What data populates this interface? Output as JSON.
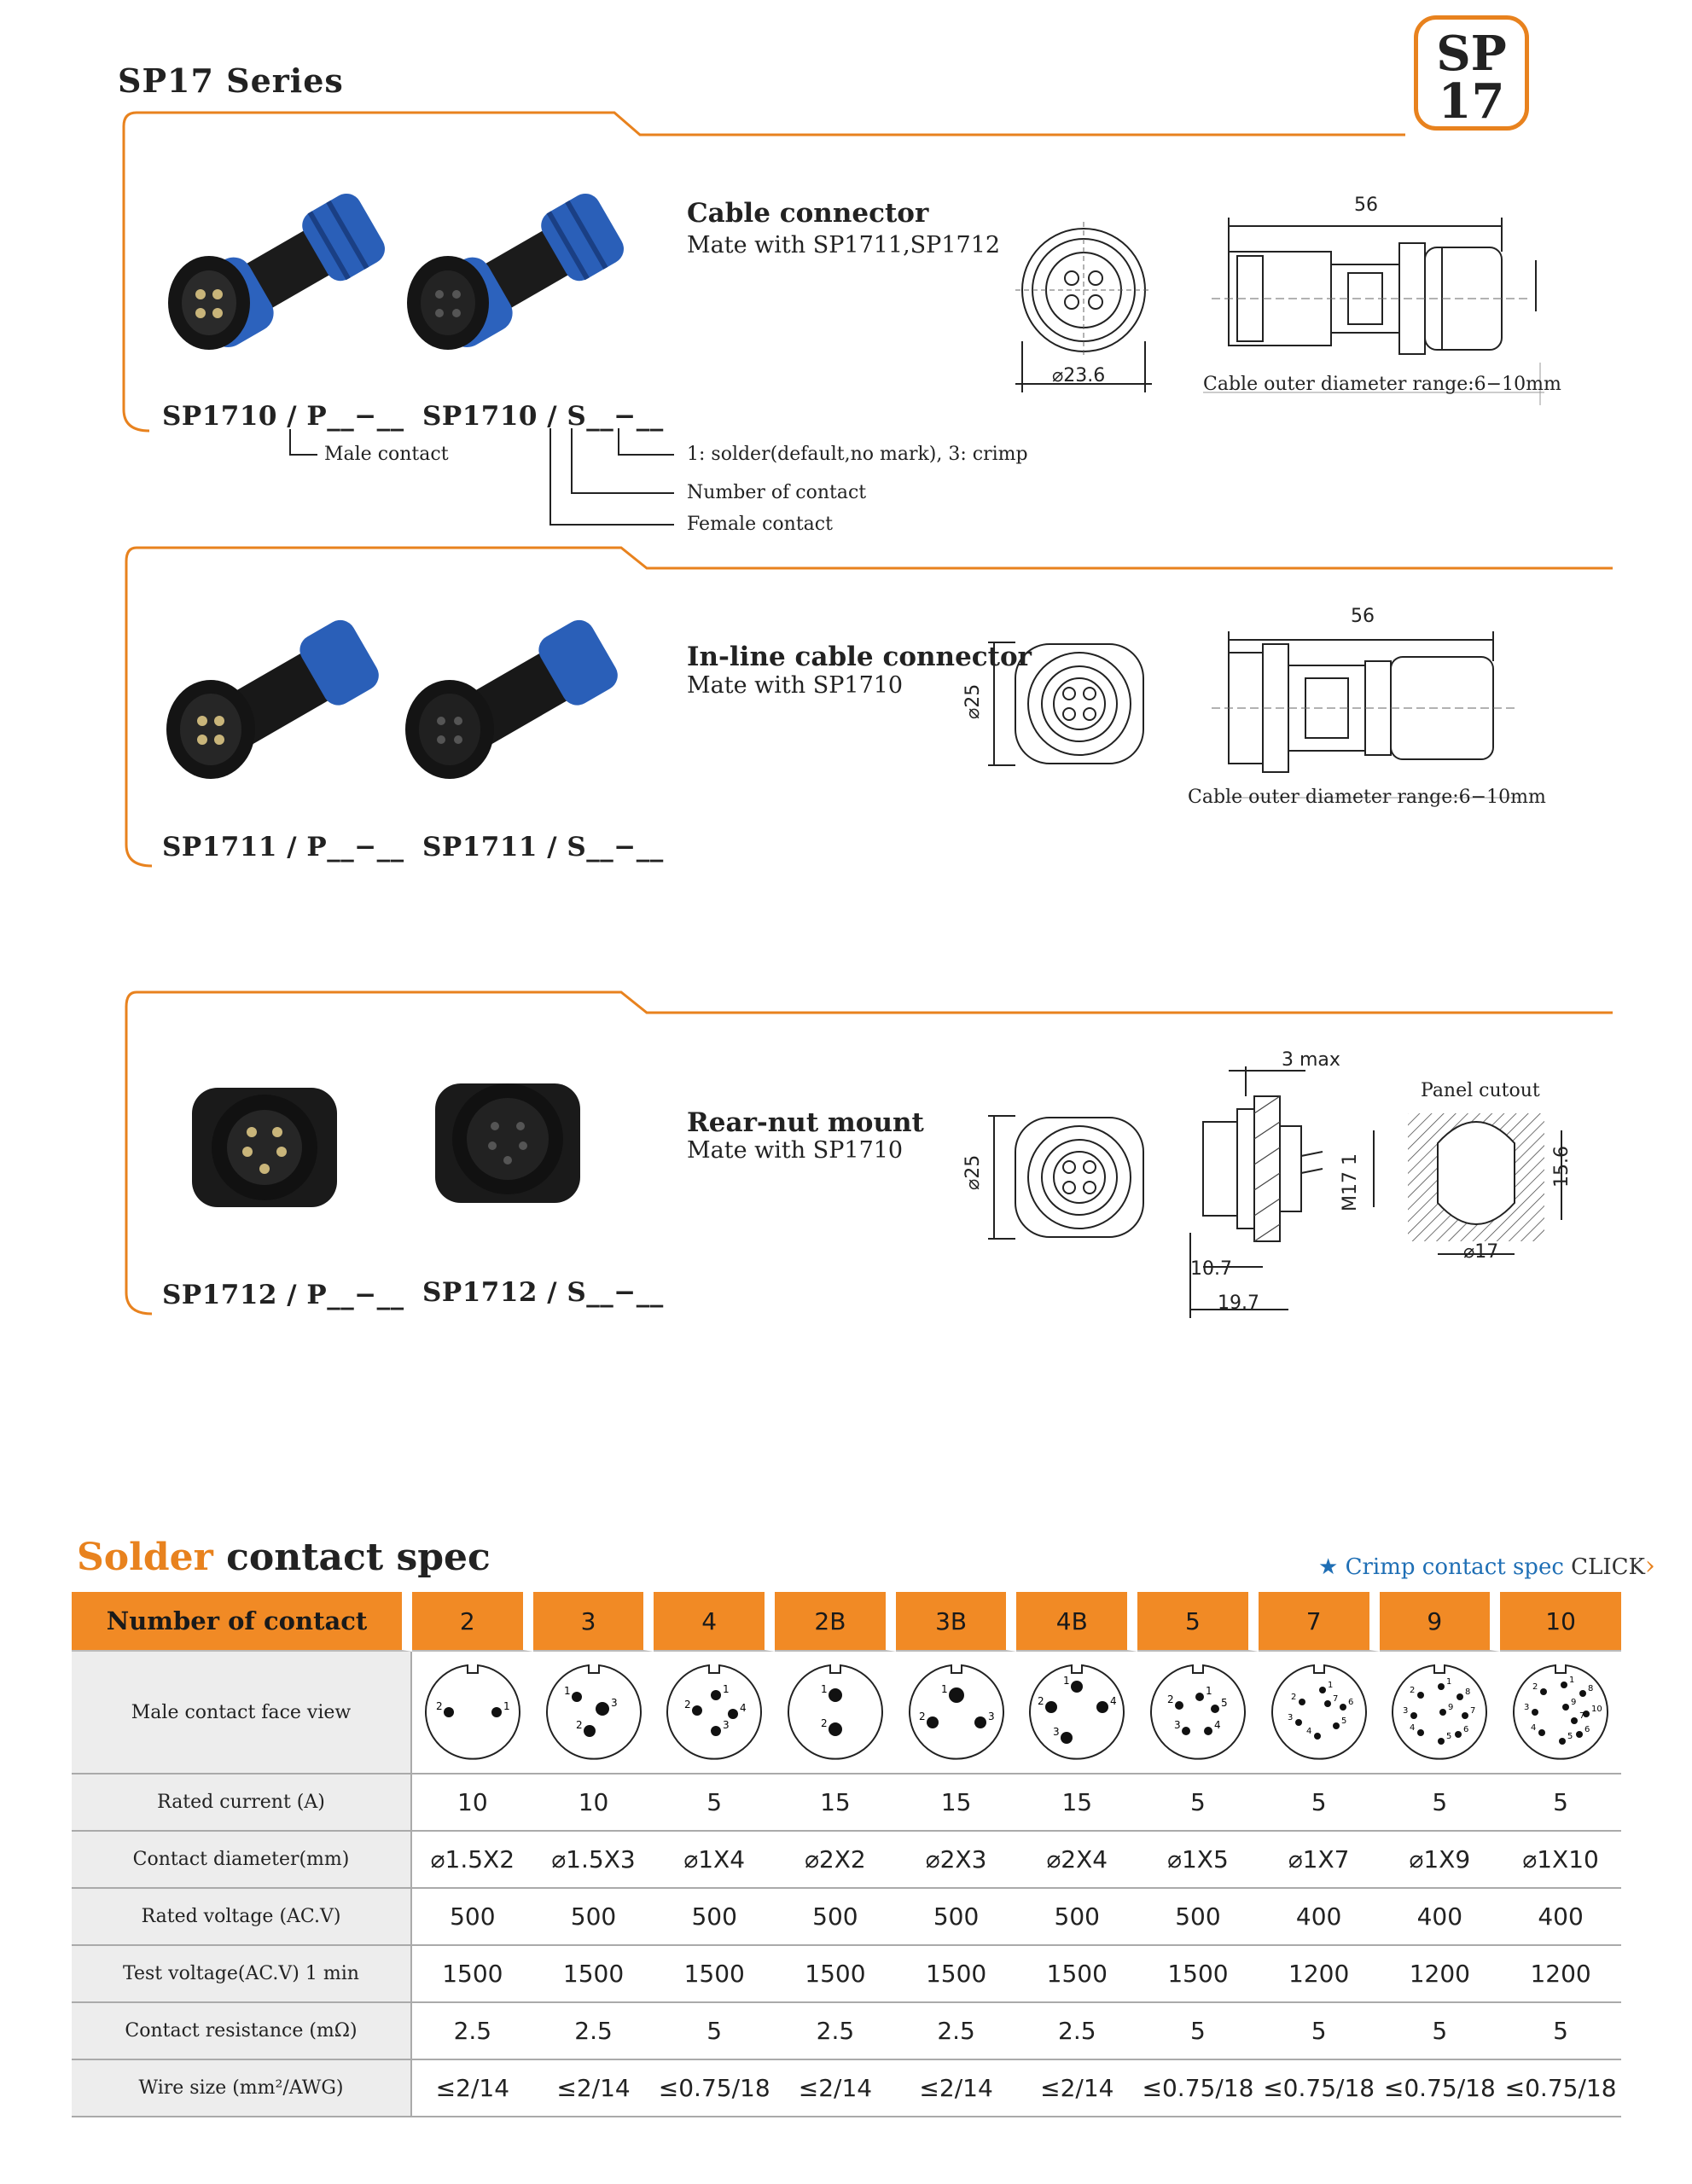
{
  "header": {
    "series_title": "SP17  Series",
    "badge_line1": "SP",
    "badge_line2": "17"
  },
  "section1": {
    "title": "Cable connector",
    "mate": "Mate with  SP1711,SP1712",
    "pn_male": "SP1710 / P__−__",
    "pn_female": "SP1710 / S__−__",
    "note_male": "Male contact",
    "note_solder": "1: solder(default,no mark), 3: crimp",
    "note_number": "Number of contact",
    "note_female": "Female contact",
    "dim_len": "56",
    "dim_dia": "⌀23.6",
    "cable_range": "Cable outer  diameter range:6−10mm"
  },
  "section2": {
    "title": "In-line cable connector",
    "mate": "Mate with  SP1710",
    "pn_male": "SP1711 / P__−__",
    "pn_female": "SP1711 / S__−__",
    "dim_len": "56",
    "dim_dia": "⌀25",
    "cable_range": "Cable outer  diameter range:6−10mm"
  },
  "section3": {
    "title": "Rear-nut mount",
    "mate": "Mate with  SP1710",
    "pn_male": "SP1712 / P__−__",
    "pn_female": "SP1712 / S__−__",
    "dim_dia": "⌀25",
    "dim_max": "3 max",
    "dim_thread": "M17  1",
    "dim_107": "10.7",
    "dim_197": "19.7",
    "panel_label": "Panel cutout",
    "panel_h": "15.6",
    "panel_w": "⌀17"
  },
  "spec": {
    "title_hl": "Solder",
    "title_rest": " contact spec",
    "crimp_star": "★",
    "crimp_label": "Crimp contact spec",
    "crimp_click": "CLICK",
    "crimp_chevron": "›",
    "header_label": "Number of contact",
    "columns": [
      "2",
      "3",
      "4",
      "2B",
      "3B",
      "4B",
      "5",
      "7",
      "9",
      "10"
    ],
    "face_label": "Male  contact  face  view",
    "rows": [
      {
        "label": "Rated current  (A)",
        "values": [
          "10",
          "10",
          "5",
          "15",
          "15",
          "15",
          "5",
          "5",
          "5",
          "5"
        ]
      },
      {
        "label": "Contact diameter(mm)",
        "values": [
          "⌀1.5X2",
          "⌀1.5X3",
          "⌀1X4",
          "⌀2X2",
          "⌀2X3",
          "⌀2X4",
          "⌀1X5",
          "⌀1X7",
          "⌀1X9",
          "⌀1X10"
        ]
      },
      {
        "label": "Rated voltage (AC.V)",
        "values": [
          "500",
          "500",
          "500",
          "500",
          "500",
          "500",
          "500",
          "400",
          "400",
          "400"
        ]
      },
      {
        "label": "Test voltage(AC.V) 1 min",
        "values": [
          "1500",
          "1500",
          "1500",
          "1500",
          "1500",
          "1500",
          "1500",
          "1200",
          "1200",
          "1200"
        ]
      },
      {
        "label": "Contact resistance (mΩ)",
        "values": [
          "2.5",
          "2.5",
          "5",
          "2.5",
          "2.5",
          "2.5",
          "5",
          "5",
          "5",
          "5"
        ]
      },
      {
        "label": "Wire size (mm²/AWG)",
        "values": [
          "≤2/14",
          "≤2/14",
          "≤0.75/18",
          "≤2/14",
          "≤2/14",
          "≤2/14",
          "≤0.75/18",
          "≤0.75/18",
          "≤0.75/18",
          "≤0.75/18"
        ]
      }
    ],
    "faces": [
      {
        "pins": [
          {
            "n": "2"
          },
          {
            "n": "1"
          }
        ]
      },
      {
        "pins": [
          {
            "n": "1"
          },
          {
            "n": "3"
          },
          {
            "n": "2"
          }
        ]
      },
      {
        "pins": [
          {
            "n": "1"
          },
          {
            "n": "2"
          },
          {
            "n": "4"
          },
          {
            "n": "3"
          }
        ]
      },
      {
        "pins": [
          {
            "n": "1"
          },
          {
            "n": "2"
          }
        ]
      },
      {
        "pins": [
          {
            "n": "1"
          },
          {
            "n": "2"
          },
          {
            "n": "3"
          }
        ]
      },
      {
        "pins": [
          {
            "n": "1"
          },
          {
            "n": "2"
          },
          {
            "n": "4"
          },
          {
            "n": "3"
          }
        ]
      },
      {
        "pins": [
          {
            "n": "1"
          },
          {
            "n": "2"
          },
          {
            "n": "5"
          },
          {
            "n": "3"
          },
          {
            "n": "4"
          }
        ]
      },
      {
        "pins": [
          {
            "n": "1"
          },
          {
            "n": "2"
          },
          {
            "n": "7"
          },
          {
            "n": "6"
          },
          {
            "n": "3"
          },
          {
            "n": "5"
          },
          {
            "n": "4"
          }
        ]
      },
      {
        "pins": [
          {
            "n": "1"
          },
          {
            "n": "2"
          },
          {
            "n": "8"
          },
          {
            "n": "3"
          },
          {
            "n": "9"
          },
          {
            "n": "7"
          },
          {
            "n": "4"
          },
          {
            "n": "6"
          },
          {
            "n": "5"
          }
        ]
      },
      {
        "pins": [
          {
            "n": "1"
          },
          {
            "n": "2"
          },
          {
            "n": "8"
          },
          {
            "n": "3"
          },
          {
            "n": "9"
          },
          {
            "n": "10"
          },
          {
            "n": "7"
          },
          {
            "n": "4"
          },
          {
            "n": "6"
          },
          {
            "n": "5"
          }
        ]
      }
    ]
  }
}
